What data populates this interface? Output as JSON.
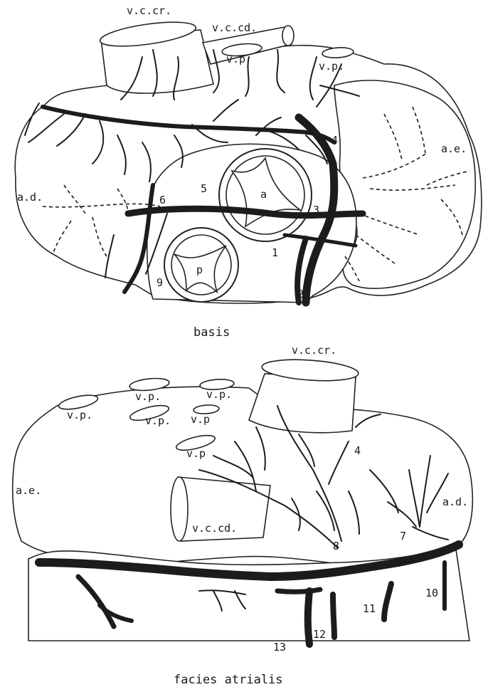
{
  "top_figure": {
    "caption": "basis",
    "labels": {
      "vcc": "v.c.cr.",
      "vccd": "v.c.cd.",
      "vp1": "v.p",
      "vp2": "v.p.",
      "ae": "a.e.",
      "ad": "a.d.",
      "a": "a",
      "p": "p",
      "n1": "1",
      "n2": "2",
      "n3": "3",
      "n4": "4",
      "n5": "5",
      "n6": "6",
      "n9": "9"
    }
  },
  "bottom_figure": {
    "caption": "facies atrialis",
    "labels": {
      "vcc": "v.c.cr.",
      "vccd": "v.c.cd.",
      "vp1": "v.p.",
      "vp2": "v.p.",
      "vp3": "v.p.",
      "vp4": "v.p.",
      "vp5": "v.p",
      "vp6": "v.p",
      "ae": "a.e.",
      "ad": "a.d.",
      "n4": "4",
      "n7": "7",
      "n8": "8",
      "n10": "10",
      "n11": "11",
      "n12": "12",
      "n13": "13"
    }
  }
}
